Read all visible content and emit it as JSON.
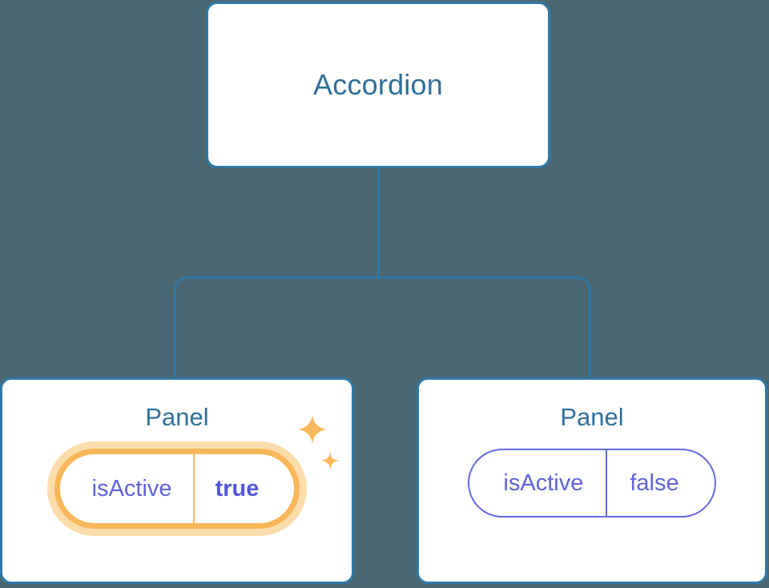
{
  "background_color": "#4b6872",
  "theme": {
    "node_border": "#2e79a8",
    "node_title_color": "#2e7099",
    "connector_color": "#2e79a8",
    "prop_text_color": "#5f63d8",
    "prop_border": "#6569dd",
    "highlight_ring": "#f8b758",
    "highlight_glow": "#fbdcab",
    "sparkle_color": "#f7b95c",
    "card_background": "#ffffff"
  },
  "diagram": {
    "type": "component-tree",
    "root": {
      "title": "Accordion"
    },
    "children": [
      {
        "title": "Panel",
        "highlighted": true,
        "prop": {
          "key": "isActive",
          "value": "true"
        },
        "sparkles": [
          "sparkle-large",
          "sparkle-small"
        ]
      },
      {
        "title": "Panel",
        "highlighted": false,
        "prop": {
          "key": "isActive",
          "value": "false"
        },
        "sparkles": []
      }
    ]
  }
}
